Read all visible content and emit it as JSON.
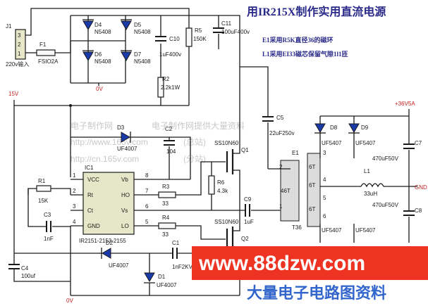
{
  "title": "用IR215X制作实用直流电源",
  "notes": {
    "e1": "E1采用R5K直径36的磁环",
    "l1": "L1采用EI33磁芯保留气隙1l1匝"
  },
  "connector": {
    "ref": "J1",
    "pins": [
      "3",
      "2",
      "1"
    ],
    "input": "220v输入"
  },
  "fuse": {
    "ref": "F1",
    "value": "FSIO2A"
  },
  "bridge": [
    {
      "ref": "D4",
      "value": "N5408"
    },
    {
      "ref": "D5",
      "value": "N5408"
    },
    {
      "ref": "D6",
      "value": "N5408"
    },
    {
      "ref": "D7",
      "value": "N5408"
    }
  ],
  "ground_labels": {
    "bridge": "0V",
    "bottom": "0V",
    "gnd": "GND"
  },
  "rails": {
    "v15": "15V",
    "v36": "+36V5A"
  },
  "components": {
    "c10": "C10",
    "c10_val": "1uF400v",
    "c11": "C11",
    "c11_val": "100uF400v",
    "r5": "R5",
    "r5_val": "150K",
    "r2": "R2",
    "r2_val": "2.2k1W",
    "c5": "C5",
    "c5_val": "22uF250v",
    "d3": "D3",
    "d3_val": "UF4007",
    "c2": "C2",
    "c2_val": "104",
    "q1": "Q1",
    "q1_val": "SS10N60",
    "q2": "Q2",
    "q2_val": "SS10N60",
    "r6": "R6",
    "r6_val": "4.3k",
    "r3": "R3",
    "r3_val": "33",
    "r4": "R4",
    "r4_val": "33",
    "c9": "C9",
    "c9_val": "1uF",
    "r1": "R1",
    "r1_val": "15K",
    "c3": "C3",
    "c3_val": "1nF",
    "c4": "C4",
    "c4_val": "100uf",
    "d2": "D2",
    "d2_val": "UF4007",
    "c1": "C1",
    "c1_val": "1nF2KV",
    "d1": "D1",
    "d1_val": "UF4007",
    "e1": "E1",
    "t": "T36",
    "l1": "L1",
    "l1_val": "33uH",
    "c7": "C7",
    "c7_val": "470uF50V",
    "c8": "C8",
    "c8_val": "470uF50V",
    "d8": "D8",
    "d8_val": "UF5407",
    "d9": "D9",
    "d9_val": "UF5407",
    "d10_val": "UF5407",
    "d11_val": "UF5407"
  },
  "ic": {
    "ref": "IC1",
    "part": "IR2151-2153-2155",
    "pins_left": [
      {
        "name": "VCC",
        "num": "1"
      },
      {
        "name": "Rt",
        "num": "2"
      },
      {
        "name": "Ct",
        "num": "3"
      },
      {
        "name": "GND",
        "num": "4"
      }
    ],
    "pins_right": [
      {
        "name": "Vb",
        "num": "8"
      },
      {
        "name": "HO",
        "num": "7"
      },
      {
        "name": "Vs",
        "num": "6"
      },
      {
        "name": "LO",
        "num": "5"
      }
    ]
  },
  "transformer": {
    "pins": [
      "2",
      "1",
      "3",
      "4",
      "5",
      "6"
    ],
    "turns": [
      "6T",
      "46T",
      "6T",
      "6T"
    ]
  },
  "watermarks": [
    "电子制作网",
    "电子制作网提供大量资料",
    "http://www.165v.com",
    "(总站)",
    "http://cn.165v.com",
    "(分站)"
  ],
  "banner": {
    "url": "www.88dzw.com",
    "tag": "大量电子电路图资料"
  }
}
